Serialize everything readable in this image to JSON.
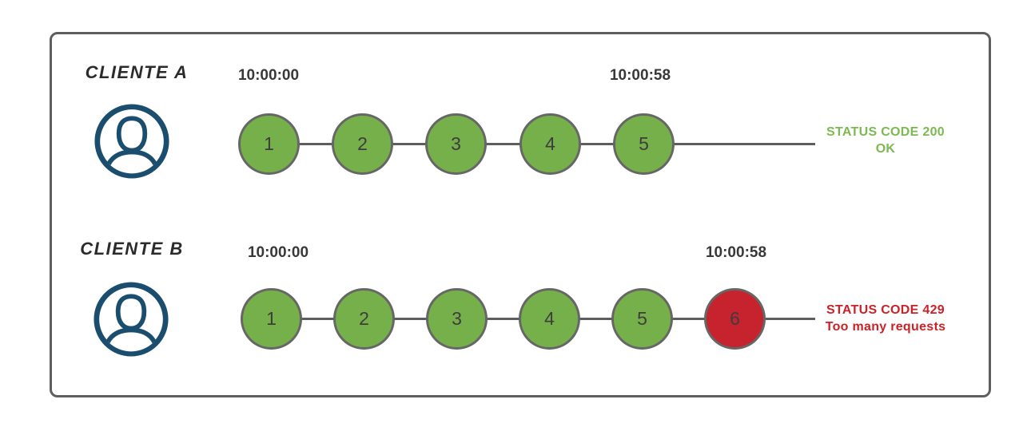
{
  "clients": [
    {
      "name": "CLIENTE A",
      "start_time": "10:00:00",
      "end_time": "10:00:58",
      "requests": [
        {
          "label": "1",
          "state": "ok"
        },
        {
          "label": "2",
          "state": "ok"
        },
        {
          "label": "3",
          "state": "ok"
        },
        {
          "label": "4",
          "state": "ok"
        },
        {
          "label": "5",
          "state": "ok"
        }
      ],
      "status": {
        "line1": "STATUS CODE 200",
        "line2": "OK",
        "state": "ok"
      }
    },
    {
      "name": "CLIENTE B",
      "start_time": "10:00:00",
      "end_time": "10:00:58",
      "requests": [
        {
          "label": "1",
          "state": "ok"
        },
        {
          "label": "2",
          "state": "ok"
        },
        {
          "label": "3",
          "state": "ok"
        },
        {
          "label": "4",
          "state": "ok"
        },
        {
          "label": "5",
          "state": "ok"
        },
        {
          "label": "6",
          "state": "rate_limited"
        }
      ],
      "status": {
        "line1": "STATUS CODE 429",
        "line2": "Too many requests",
        "state": "rate_limited"
      }
    }
  ],
  "icons": {
    "client_avatar": "user-avatar-icon"
  },
  "colors": {
    "request_ok_fill": "#76b04a",
    "request_rate_limited_fill": "#c6232e",
    "circle_stroke": "#666666",
    "timeline_stroke": "#5e5e5e",
    "frame_stroke": "#5e5e5e",
    "status_ok_text": "#7cb950",
    "status_error_text": "#cc2127",
    "avatar_stroke": "#1b4e6e",
    "timestamp_text": "#383838",
    "client_label_text": "#2b2b2b"
  }
}
